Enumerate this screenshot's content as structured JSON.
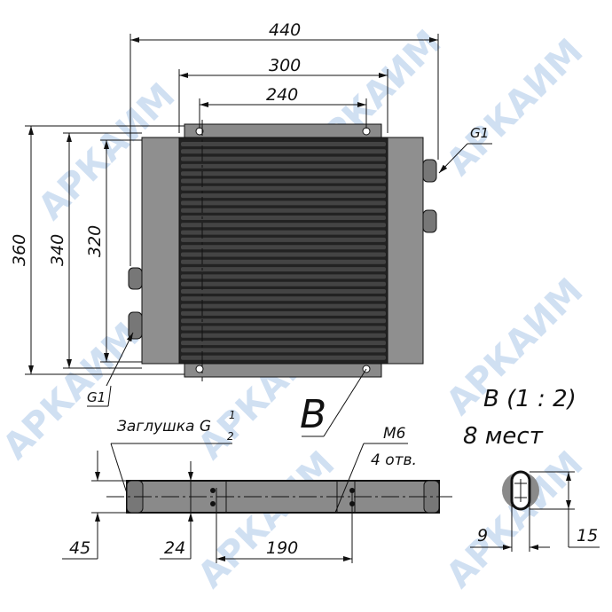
{
  "watermark": "АРКАИМ",
  "dims": {
    "width_total": "440",
    "width_core": "300",
    "width_holes": "240",
    "height_total": "360",
    "height_mid": "340",
    "height_core": "320",
    "depth": "45",
    "flange": "24",
    "hole_spacing": "190",
    "slot_width": "9",
    "slot_length": "15"
  },
  "labels": {
    "port_right": "G1",
    "port_left": "G1",
    "view_mark": "B",
    "plug": "Заглушка G",
    "plug_num": "1",
    "plug_den": "2",
    "thread": "M6",
    "holes": "4 отв.",
    "detail_title": "B (1 : 2)",
    "detail_count": "8 мест"
  }
}
